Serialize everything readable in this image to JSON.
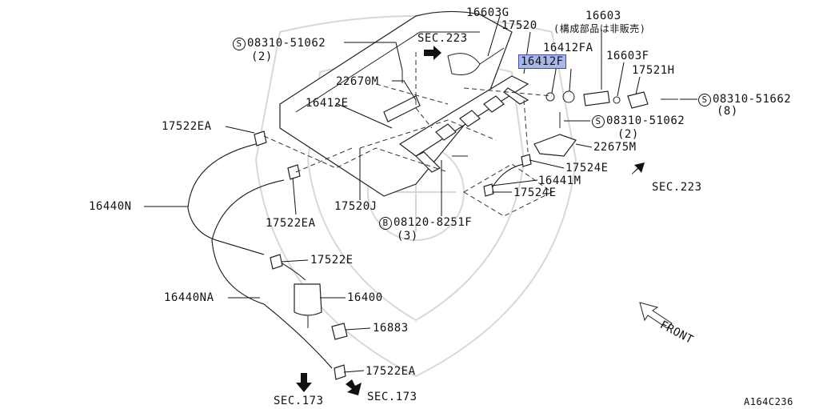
{
  "labels": {
    "p16603G": "16603G",
    "p17520": "17520",
    "p16603": "16603",
    "p16603_note": "(構成部品は非販売)",
    "p08310_51062_a": "08310-51062",
    "p08310_51062_a_qty": "(2)",
    "sec223_top": "SEC.223",
    "p16412FA": "16412FA",
    "p16412F": "16412F",
    "p16603F": "16603F",
    "p17521H": "17521H",
    "p22670M": "22670M",
    "p08310_51662": "08310-51662",
    "p08310_51662_qty": "(8)",
    "p16412E": "16412E",
    "p17522EA_top": "17522EA",
    "p08310_51062_b": "08310-51062",
    "p08310_51062_b_qty": "(2)",
    "p22675M": "22675M",
    "p17524E_a": "17524E",
    "p16441M": "16441M",
    "sec223_right": "SEC.223",
    "p17524E_b": "17524E",
    "p16440N": "16440N",
    "p17520J": "17520J",
    "p08120_8251F": "08120-8251F",
    "p08120_8251F_qty": "(3)",
    "p17522EA_mid": "17522EA",
    "p17522E": "17522E",
    "p16440NA": "16440NA",
    "p16400": "16400",
    "p16883": "16883",
    "p17522EA_bot": "17522EA",
    "sec173_left": "SEC.173",
    "sec173_right": "SEC.173",
    "front": "FRONT",
    "diagram_code": "A164C236"
  },
  "symbols": {
    "s": "S",
    "b": "B"
  },
  "icons": [
    "arrow-icon",
    "front-arrow-icon",
    "emblem-watermark-icon"
  ],
  "colors": {
    "highlight": "#a9b7e6",
    "ink": "#111111",
    "watermark": "#d8d8d8"
  }
}
